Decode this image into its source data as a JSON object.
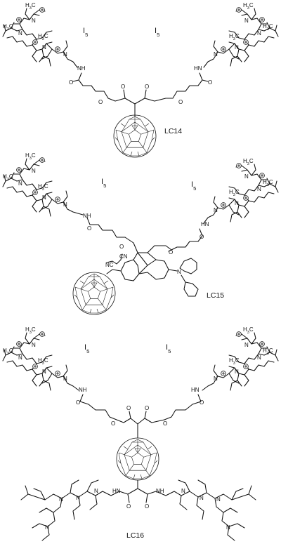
{
  "compounds": [
    {
      "label": "LC14",
      "counterion_left": "I5",
      "counterion_right": "I5",
      "atom_labels": [
        "H3C",
        "H3C",
        "H3C",
        "H3C",
        "H3C",
        "H3C",
        "NH",
        "HN",
        "O",
        "O",
        "O",
        "O",
        "O",
        "O",
        "N",
        "N",
        "N",
        "N",
        "N",
        "N",
        "N",
        "N"
      ]
    },
    {
      "label": "LC15",
      "counterion_left": "I5",
      "counterion_right": "I5",
      "atom_labels": [
        "H3C",
        "H3C",
        "H3C",
        "H3C",
        "H3C",
        "H3C",
        "NH",
        "HN",
        "O",
        "O",
        "O",
        "O",
        "NC",
        "CN",
        "N",
        "N",
        "N",
        "N",
        "N",
        "N",
        "N",
        "N",
        "N"
      ]
    },
    {
      "label": "LC16",
      "counterion_left": "I5",
      "counterion_right": "I5",
      "atom_labels": [
        "H3C",
        "H3C",
        "H3C",
        "H3C",
        "H3C",
        "H3C",
        "NH",
        "HN",
        "HN",
        "NH",
        "O",
        "O",
        "O",
        "O",
        "O",
        "O",
        "O",
        "O",
        "N",
        "N",
        "N",
        "N",
        "N",
        "N",
        "N",
        "N",
        "N",
        "N",
        "N",
        "N",
        "N",
        "N",
        "N",
        "N"
      ]
    }
  ]
}
